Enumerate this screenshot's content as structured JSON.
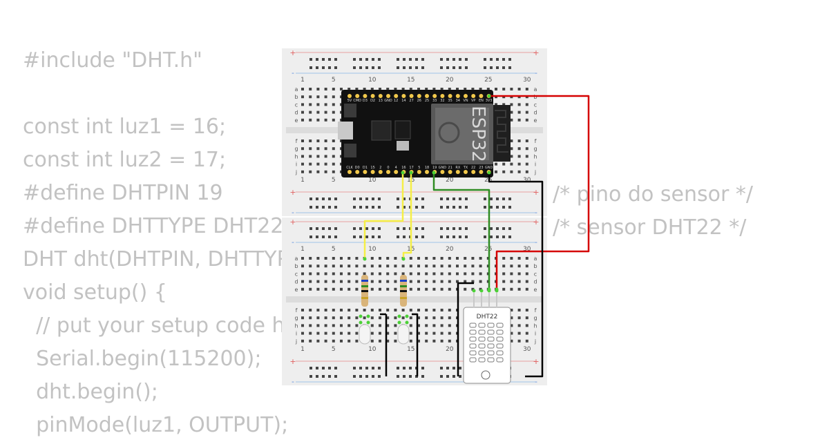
{
  "code_lines": [
    "#include \"DHT.h\"",
    "",
    "const int luz1 = 16;",
    "const int luz2 = 17;",
    "#define DHTPIN 19",
    "#define DHTTYPE DHT22",
    "DHT dht(DHTPIN, DHTTYPE);",
    "void setup() {",
    "  // put your setup code here",
    "  Serial.begin(115200);",
    "  dht.begin();",
    "  pinMode(luz1, OUTPUT);"
  ],
  "code_comments": [
    {
      "line": 4,
      "text": "/* pino do sensor */"
    },
    {
      "line": 5,
      "text": "/* sensor DHT22 */"
    }
  ],
  "breadboard": {
    "column_numbers": [
      "1",
      "5",
      "10",
      "15",
      "20",
      "25",
      "30"
    ],
    "row_letters_top": [
      "a",
      "b",
      "c",
      "d",
      "e"
    ],
    "row_letters_bottom": [
      "f",
      "g",
      "h",
      "i",
      "j"
    ],
    "rail_plus": "+",
    "rail_minus": "-"
  },
  "esp32": {
    "label": "ESP32",
    "top_pins": [
      "3V3",
      "EN",
      "VP",
      "VN",
      "34",
      "35",
      "32",
      "33",
      "25",
      "26",
      "27",
      "14",
      "12",
      "GND",
      "13",
      "D2",
      "D3",
      "CMD",
      "5V"
    ],
    "bottom_pins": [
      "GND",
      "23",
      "22",
      "TX",
      "RX",
      "21",
      "GND",
      "19",
      "18",
      "5",
      "17",
      "16",
      "4",
      "0",
      "2",
      "15",
      "D1",
      "D0",
      "CLK"
    ]
  },
  "dht22": {
    "label": "DHT22"
  },
  "colors": {
    "wire_power": "#d50000",
    "wire_ground": "#000000",
    "wire_data": "#2e8b22",
    "wire_led": "#f5ef45",
    "breadboard": "#eeeeee",
    "board_pcb": "#111111"
  }
}
